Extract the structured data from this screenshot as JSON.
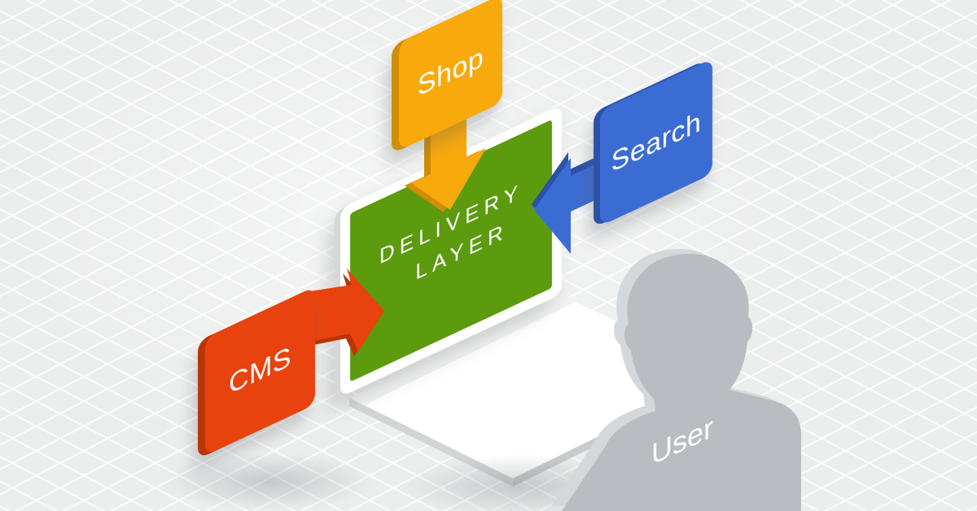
{
  "scene": {
    "background_color": "#ECEDED",
    "grid_line_color": "#FFFFFF",
    "description": "Isometric diagram: CMS, Shop and Search feed into a Delivery Layer shown on a laptop screen, viewed by a User"
  },
  "nodes": {
    "shop": {
      "label": "Shop",
      "color": "#F8A90C",
      "edge_color": "#D08D05"
    },
    "search": {
      "label": "Search",
      "color": "#3B6CD3",
      "edge_color": "#2B52A6"
    },
    "cms": {
      "label": "CMS",
      "color": "#E8430E",
      "edge_color": "#BA3408"
    },
    "delivery_layer": {
      "line1": "DELIVERY",
      "line2": "LAYER",
      "color": "#5C9A0E"
    },
    "user": {
      "label": "User",
      "color": "#B9BDC2",
      "edge_color": "#D5D8DB"
    }
  },
  "edges": [
    {
      "from": "shop",
      "to": "delivery_layer",
      "arrow_color": "#F8A90C"
    },
    {
      "from": "search",
      "to": "delivery_layer",
      "arrow_color": "#3B6CD3"
    },
    {
      "from": "cms",
      "to": "delivery_layer",
      "arrow_color": "#E8430E"
    }
  ],
  "laptop": {
    "frame_color": "#FFFFFF",
    "screen_color": "#5C9A0E",
    "base_color": "#FFFFFF"
  }
}
